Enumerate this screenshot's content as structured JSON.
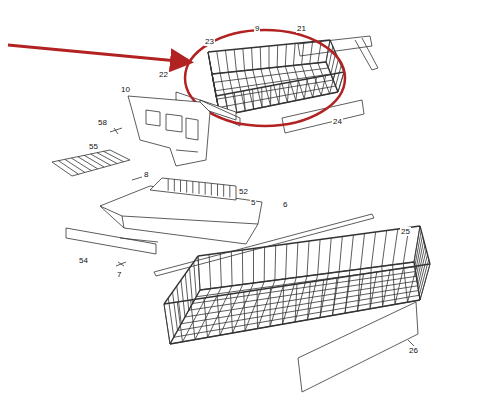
{
  "diagram": {
    "labels": [
      "9",
      "21",
      "23",
      "22",
      "10",
      "24",
      "58",
      "55",
      "8",
      "52",
      "5",
      "6",
      "25",
      "54",
      "7",
      "26"
    ]
  }
}
